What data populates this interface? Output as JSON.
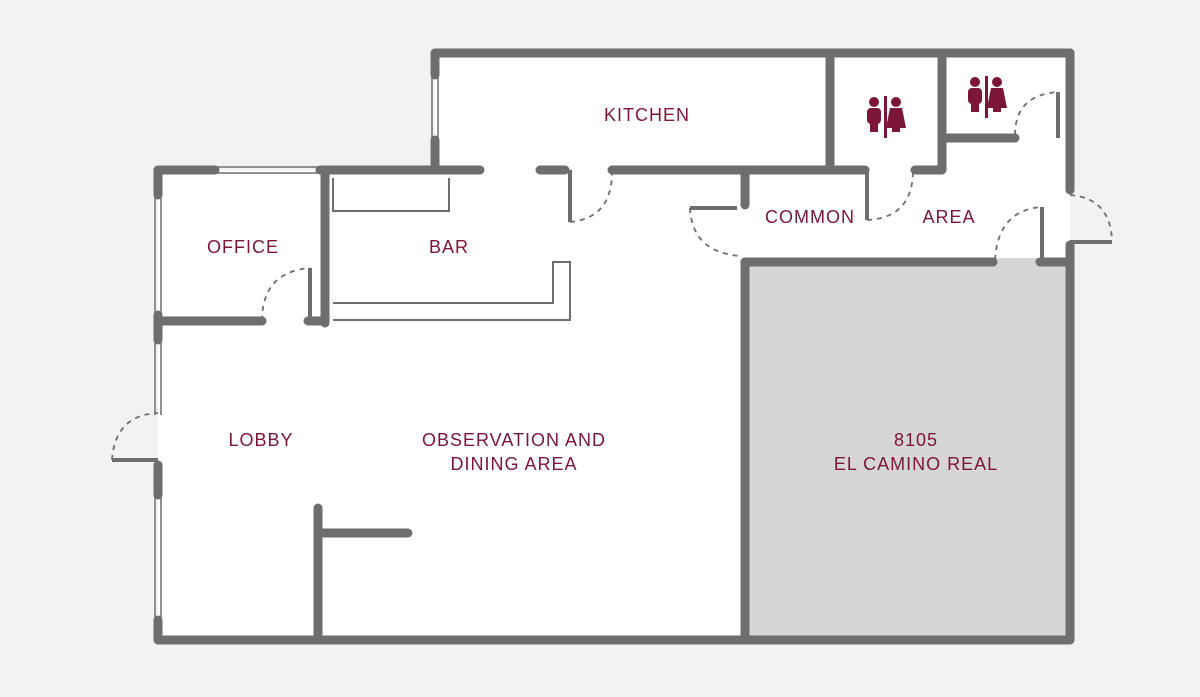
{
  "rooms": {
    "kitchen": "KITCHEN",
    "office": "OFFICE",
    "bar": "BAR",
    "common": "COMMON",
    "area": "AREA",
    "lobby": "LOBBY",
    "observation_line1": "OBSERVATION AND",
    "observation_line2": "DINING AREA",
    "suite_line1": "8105",
    "suite_line2": "EL CAMINO REAL"
  },
  "icons": [
    "restroom-icon",
    "restroom-icon"
  ],
  "colors": {
    "background": "#f2f2f2",
    "wall": "#6d6e70",
    "label": "#7b1636",
    "adjacent_unit": "#d6d6d6",
    "floor": "#ffffff"
  }
}
